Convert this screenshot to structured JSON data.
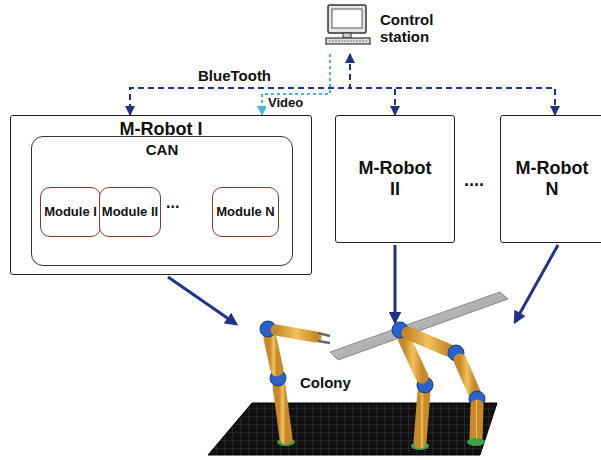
{
  "diagram": {
    "nodes": [
      {
        "text": [
          "Control station"
        ]
      },
      {
        "text": [
          "M-Robot I"
        ]
      },
      {
        "text": [
          "CAN"
        ],
        "in": 1
      },
      {
        "text": [
          "Module I"
        ],
        "in": 2
      },
      {
        "text": [
          "Module II"
        ],
        "in": 2
      },
      {
        "text": [
          "Module N"
        ],
        "in": 2
      },
      {
        "text": [
          "M-Robot II"
        ]
      },
      {
        "text": [
          "M-Robot N"
        ]
      },
      {
        "text": [
          "Colony"
        ]
      }
    ],
    "edges": [
      {
        "from": 0,
        "to": 1,
        "label": "BlueTooth",
        "arrow": "both"
      },
      {
        "from": 0,
        "to": 6,
        "arrow": "to"
      },
      {
        "from": 0,
        "to": 7,
        "arrow": "to"
      },
      {
        "from": 0,
        "to": 1,
        "label": "Video",
        "arrow": "to"
      },
      {
        "from": 2,
        "to": 3,
        "arrow": "to"
      },
      {
        "from": 2,
        "to": 4,
        "arrow": "to"
      },
      {
        "from": 2,
        "to": 5,
        "arrow": "to"
      },
      {
        "from": 1,
        "to": 8,
        "arrow": "to"
      },
      {
        "from": 6,
        "to": 8,
        "arrow": "to"
      },
      {
        "from": 7,
        "to": 8,
        "arrow": "to"
      }
    ],
    "labels": [
      "...",
      "...."
    ]
  }
}
